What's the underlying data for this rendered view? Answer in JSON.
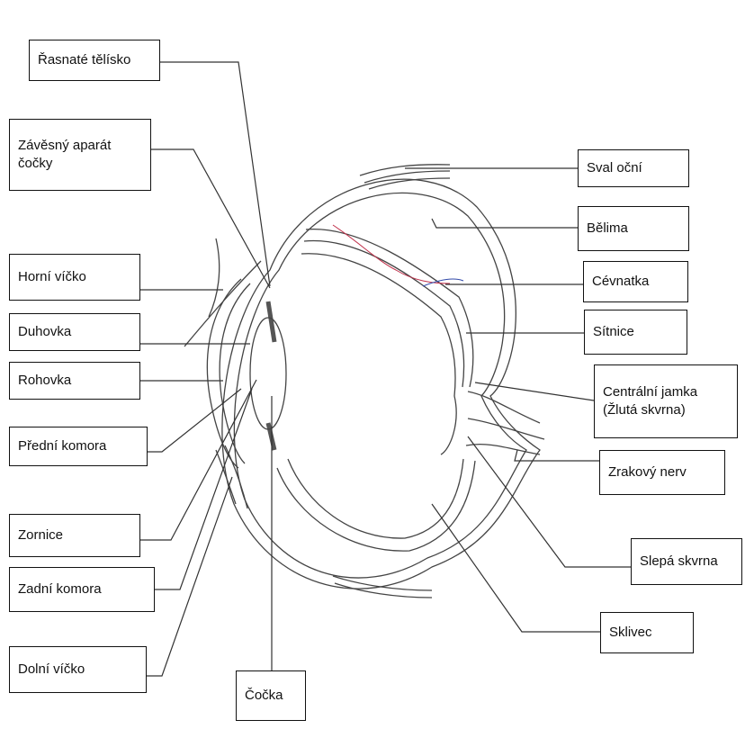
{
  "labels": {
    "rasnate": "Řasnaté tělísko",
    "zavesny_1": "Závěsný aparát",
    "zavesny_2": "čočky",
    "horni_vicko": "Horní víčko",
    "duhovka": "Duhovka",
    "rohovka": "Rohovka",
    "predni_komora": "Přední komora",
    "zornice": "Zornice",
    "zadni_komora": "Zadní komora",
    "dolni_vicko": "Dolní víčko",
    "cocka": "Čočka",
    "sval": "Sval oční",
    "belima": "Bělima",
    "cevnatka": "Cévnatka",
    "sitnice": "Sítnice",
    "centralni_1": "Centrální jamka",
    "centralni_2": "(Žlutá skvrna)",
    "zrakovy_nerv": "Zrakový nerv",
    "slepa_skvrna": "Slepá skvrna",
    "sklivec": "Sklivec"
  },
  "colors": {
    "line": "#333333",
    "vessel_red": "#c0304a",
    "vessel_blue": "#3048a8"
  }
}
